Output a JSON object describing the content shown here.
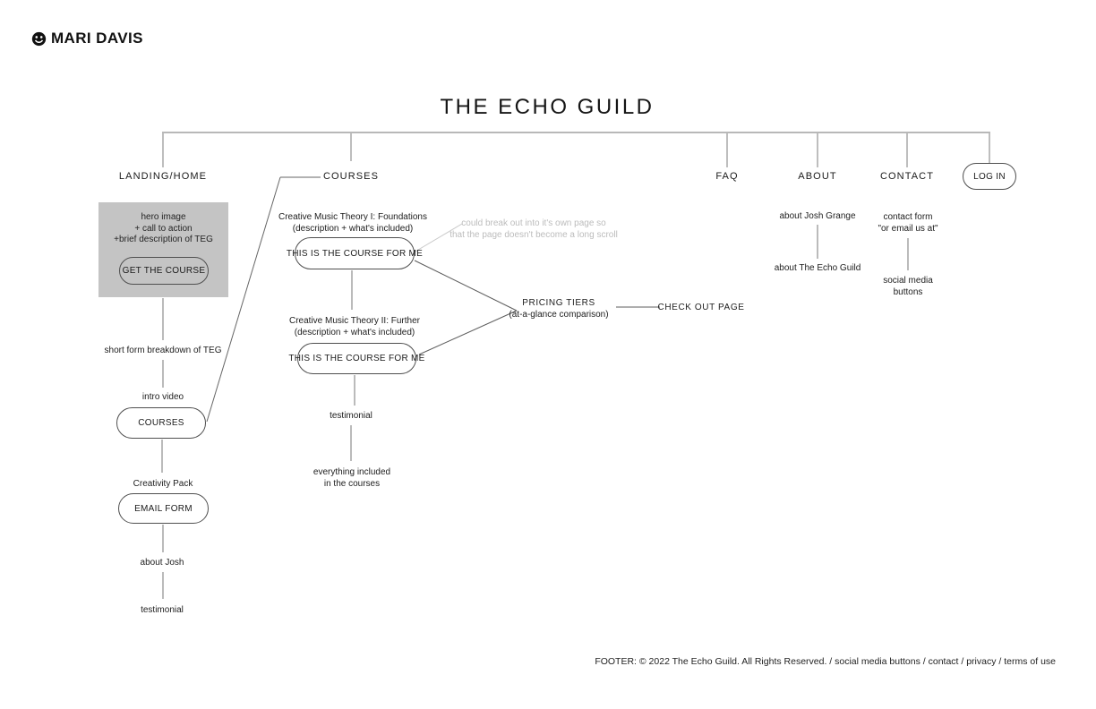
{
  "logo": {
    "text": "MARI DAVIS",
    "icon": "smiley-icon"
  },
  "title": "THE ECHO GUILD",
  "nav": {
    "landing": "LANDING/HOME",
    "courses": "COURSES",
    "faq": "FAQ",
    "about": "ABOUT",
    "contact": "CONTACT",
    "login": "LOG IN"
  },
  "landing": {
    "hero_line1": "hero image",
    "hero_line2": "+ call to action",
    "hero_line3": "+brief description of TEG",
    "hero_button": "GET THE COURSE",
    "breakdown": "short form breakdown of TEG",
    "intro_video": "intro video",
    "courses_button": "COURSES",
    "creativity_pack": "Creativity Pack",
    "email_form_button": "EMAIL FORM",
    "about_josh": "about Josh",
    "testimonial": "testimonial"
  },
  "courses": {
    "course1_title": "Creative Music Theory I: Foundations",
    "course1_sub": "(description + what's included)",
    "course1_button": "THIS IS THE COURSE FOR ME",
    "note_line1": "could break out into it's own page so",
    "note_line2": "that the page doesn't become a long scroll",
    "course2_title": "Creative Music Theory II: Further",
    "course2_sub": "(description + what's included)",
    "course2_button": "THIS IS THE COURSE FOR ME",
    "testimonial": "testimonial",
    "everything_line1": "everything included",
    "everything_line2": "in the courses"
  },
  "pricing": {
    "title": "PRICING TIERS",
    "sub": "(at-a-glance comparison)",
    "checkout": "CHECK OUT PAGE"
  },
  "about": {
    "josh": "about Josh Grange",
    "guild": "about The Echo Guild"
  },
  "contact": {
    "form": "contact form",
    "email": "\"or email us at\"",
    "social_line1": "social media",
    "social_line2": "buttons"
  },
  "footer": "FOOTER: © 2022 The Echo Guild. All Rights Reserved.  / social media buttons / contact / privacy / terms of use",
  "colors": {
    "hero_box_gray": "#c4c4c4",
    "nav_line_gray": "#b8b8b8",
    "connector_gray": "#777777",
    "note_gray": "#bcbcbc"
  }
}
